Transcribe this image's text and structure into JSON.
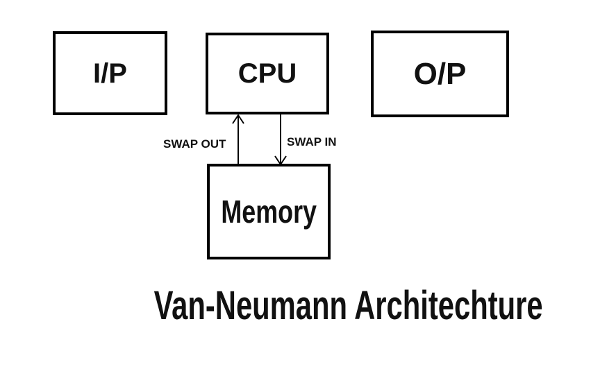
{
  "diagram": {
    "title": "Van-Neumann Architechture",
    "boxes": {
      "input": "I/P",
      "cpu": "CPU",
      "output": "O/P",
      "memory": "Memory"
    },
    "connectors": {
      "memory_to_cpu": "SWAP OUT",
      "cpu_to_memory": "SWAP IN"
    }
  },
  "colors": {
    "line": "#000000",
    "text": "#111111",
    "background": "#ffffff"
  }
}
